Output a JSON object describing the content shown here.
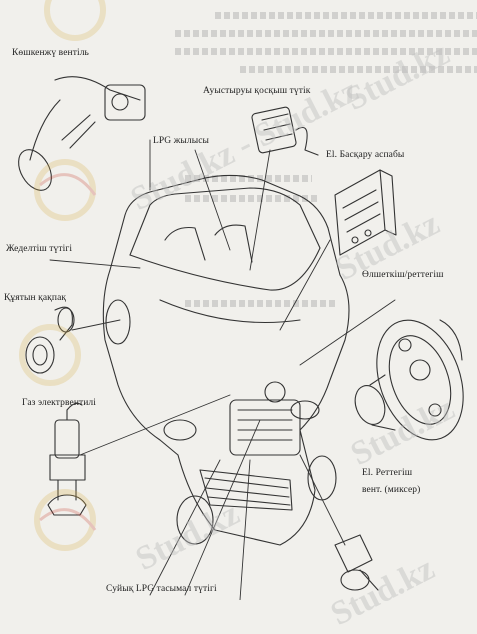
{
  "labels": {
    "camshaft_valve": "Көшкенжү вентіль",
    "switch_connector": "Ауыстыруы қосқыш түтік",
    "lpg_line": "LPG жылысы",
    "el_control_unit": "El. Басқару аспабы",
    "heater_pipe": "Жеделтіш түтігі",
    "filler_cap": "Құятын қақпақ",
    "evaporator_regulator": "Өлшеткіш/реттегіш",
    "gas_solenoid": "Газ электрвентилі",
    "el_regulator_vent": "El. Реттегіш",
    "vent_mixer": "вент. (миксер)",
    "cold_lpg_pipe": "Суйық LPG тасымал түтігі"
  },
  "watermark": "Stud.kz",
  "watermark_prefix": "Stud.kz - Stud.kz"
}
